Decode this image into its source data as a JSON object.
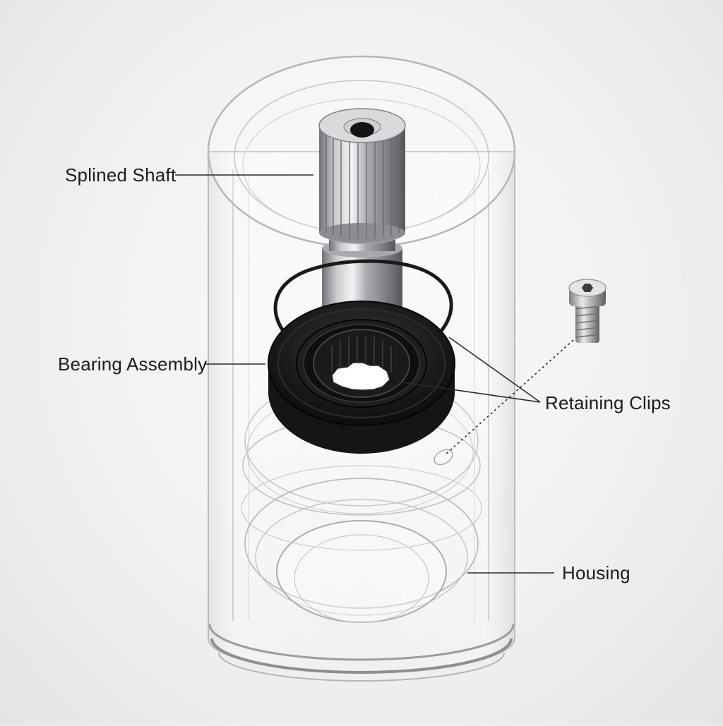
{
  "labels": {
    "splined_shaft": "Splined Shaft",
    "bearing_assembly": "Bearing Assembly",
    "retaining_clips": "Retaining Clips",
    "housing": "Housing"
  }
}
